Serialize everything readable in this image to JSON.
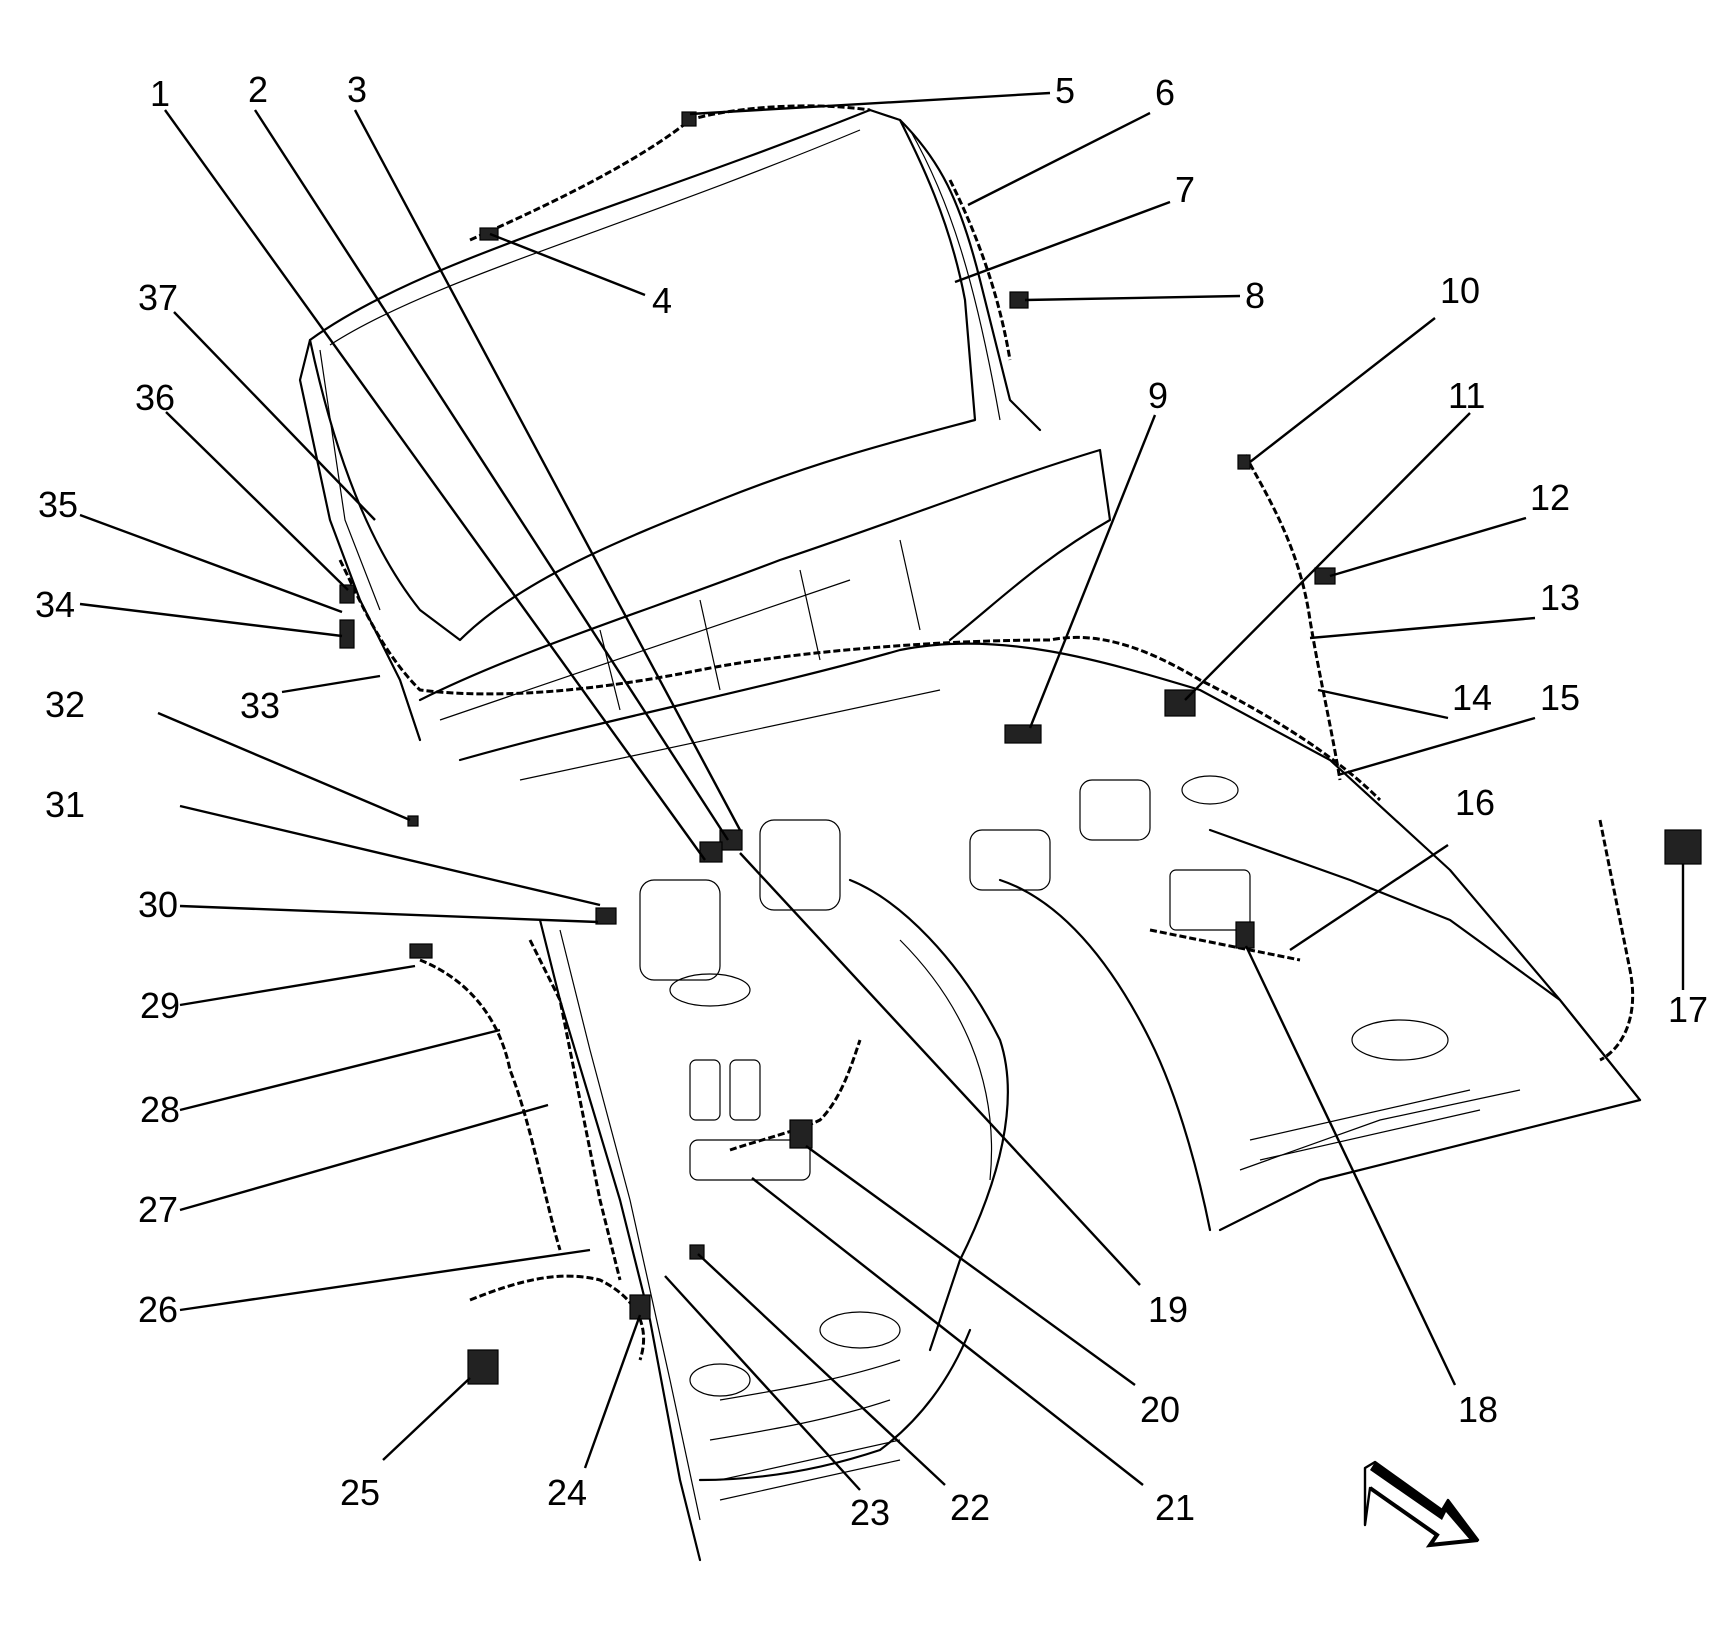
{
  "diagram": {
    "view_direction_icon": "arrow-icon",
    "callouts": [
      {
        "id": "c1",
        "label": "1"
      },
      {
        "id": "c2",
        "label": "2"
      },
      {
        "id": "c3",
        "label": "3"
      },
      {
        "id": "c4",
        "label": "4"
      },
      {
        "id": "c5",
        "label": "5"
      },
      {
        "id": "c6",
        "label": "6"
      },
      {
        "id": "c7",
        "label": "7"
      },
      {
        "id": "c8",
        "label": "8"
      },
      {
        "id": "c9",
        "label": "9"
      },
      {
        "id": "c10",
        "label": "10"
      },
      {
        "id": "c11",
        "label": "11"
      },
      {
        "id": "c12",
        "label": "12"
      },
      {
        "id": "c13",
        "label": "13"
      },
      {
        "id": "c14",
        "label": "14"
      },
      {
        "id": "c15",
        "label": "15"
      },
      {
        "id": "c16",
        "label": "16"
      },
      {
        "id": "c17",
        "label": "17"
      },
      {
        "id": "c18",
        "label": "18"
      },
      {
        "id": "c19",
        "label": "19"
      },
      {
        "id": "c20",
        "label": "20"
      },
      {
        "id": "c21",
        "label": "21"
      },
      {
        "id": "c22",
        "label": "22"
      },
      {
        "id": "c23",
        "label": "23"
      },
      {
        "id": "c24",
        "label": "24"
      },
      {
        "id": "c25",
        "label": "25"
      },
      {
        "id": "c26",
        "label": "26"
      },
      {
        "id": "c27",
        "label": "27"
      },
      {
        "id": "c28",
        "label": "28"
      },
      {
        "id": "c29",
        "label": "29"
      },
      {
        "id": "c30",
        "label": "30"
      },
      {
        "id": "c31",
        "label": "31"
      },
      {
        "id": "c32",
        "label": "32"
      },
      {
        "id": "c33",
        "label": "33"
      },
      {
        "id": "c34",
        "label": "34"
      },
      {
        "id": "c35",
        "label": "35"
      },
      {
        "id": "c36",
        "label": "36"
      },
      {
        "id": "c37",
        "label": "37"
      }
    ]
  }
}
